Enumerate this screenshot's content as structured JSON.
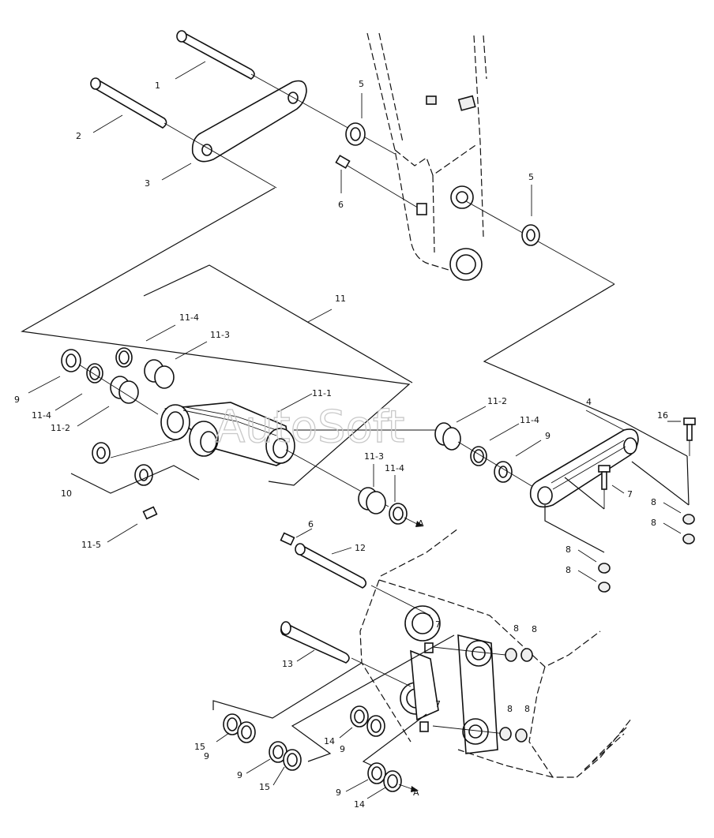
{
  "watermark": "AutoSoft",
  "callouts": {
    "c1": "1",
    "c2": "2",
    "c3": "3",
    "c4": "4",
    "c5a": "5",
    "c5b": "5",
    "c6a": "6",
    "c6b": "6",
    "c7a": "7",
    "c7b": "7",
    "c7c": "7",
    "c8a": "8",
    "c8b": "8",
    "c8c": "8",
    "c8d": "8",
    "c8e": "8",
    "c8f": "8",
    "c8g": "8",
    "c8h": "8",
    "c9a": "9",
    "c9b": "9",
    "c9c": "9",
    "c9d": "9",
    "c9e": "9",
    "c9f": "9",
    "c10": "10",
    "c11": "11",
    "c11_1": "11-1",
    "c11_2a": "11-2",
    "c11_2b": "11-2",
    "c11_3a": "11-3",
    "c11_3b": "11-3",
    "c11_4a": "11-4",
    "c11_4b": "11-4",
    "c11_4c": "11-4",
    "c11_4d": "11-4",
    "c11_5": "11-5",
    "c12": "12",
    "c13": "13",
    "c14a": "14",
    "c14b": "14",
    "c15a": "15",
    "c15b": "15",
    "c16": "16"
  },
  "arrows": {
    "a1": "A",
    "a2": "A"
  }
}
